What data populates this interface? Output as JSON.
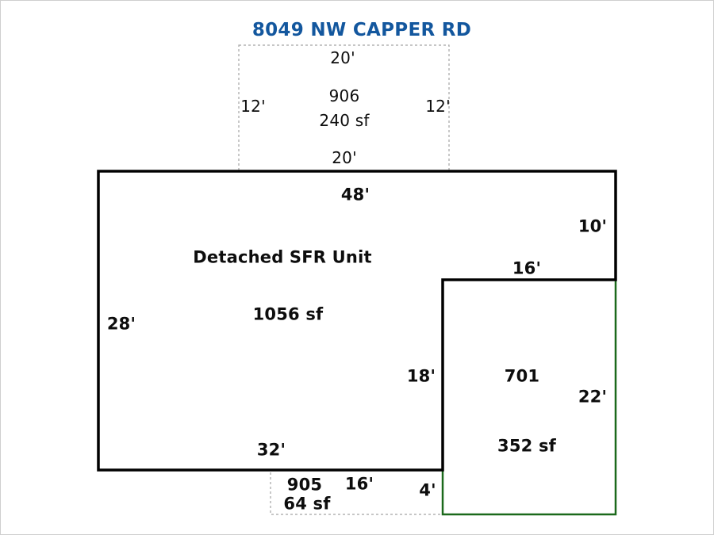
{
  "title": "8049 NW CAPPER RD",
  "colors": {
    "title": "#13579e",
    "main-outline": "#000000",
    "addition-outline": "#1b691b",
    "dashed-outline": "#a3a3a3",
    "label": "#0d0d0d"
  },
  "porch_906": {
    "id": "906",
    "area": "240 sf",
    "top": "20'",
    "left": "12'",
    "right": "12'",
    "bottom": "20'"
  },
  "main_unit": {
    "name": "Detached SFR Unit",
    "area": "1056 sf",
    "top": "48'",
    "right": "10'",
    "notch_top": "16'",
    "notch_side": "18'",
    "bottom": "32'",
    "left": "28'"
  },
  "addition_701": {
    "id": "701",
    "area": "352 sf",
    "right": "22'"
  },
  "porch_905": {
    "id": "905",
    "area": "64 sf",
    "width": "16'",
    "height": "4'"
  }
}
